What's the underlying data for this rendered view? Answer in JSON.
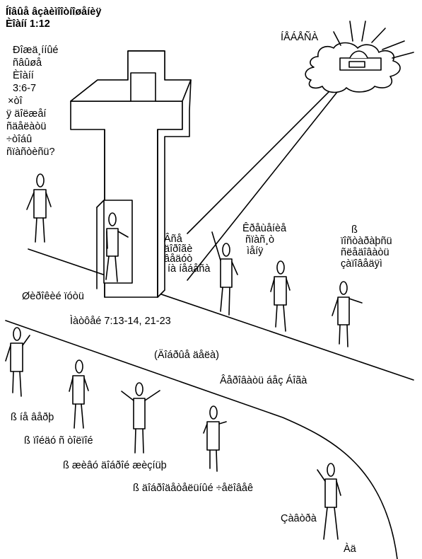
{
  "title": {
    "line1": "Íîâûå âçàèìîîòíîøåíèÿ",
    "line2": "Èîàíí 1:12"
  },
  "left_text": [
    "Ðîæä¸ííûé",
    "ñâûøå",
    "Èîàíí",
    "3:6-7",
    "×òî",
    "ÿ äîëæåí",
    "ñäåëàòü",
    "÷òîáû",
    "ñïàñòèñü?"
  ],
  "heaven_label": "ÍÅÁÅÑÀ",
  "group_left": [
    "Âñå",
    "äîðîãè",
    "âåäóò",
    "íà íåáåñà"
  ],
  "group_mid": [
    "Êðåùåíèå",
    "ñïàñ¸ò",
    "ìåíÿ"
  ],
  "group_right": [
    "ß",
    "ïîñòàðàþñü",
    "ñëåäîâàòü",
    "çàïîâåäÿì"
  ],
  "narrow_path": "Øèðîêèé ïóòü",
  "matthew_ref": "Ìàòôåé 7:13-14, 21-23",
  "good_deeds": "(Äîáðûå äåëà)",
  "faith_in_god": "Âåðîâàòü áåç Áîãà",
  "statements": [
    "ß íå âåðþ",
    "ß ïîéäó ñ òîëïîé",
    "ß æèâó äîáðîé æèçíüþ",
    "ß äîáðîäåòåëüíûé ÷åëîâåê"
  ],
  "destination": "Çàâòðà",
  "hell": "Àä"
}
